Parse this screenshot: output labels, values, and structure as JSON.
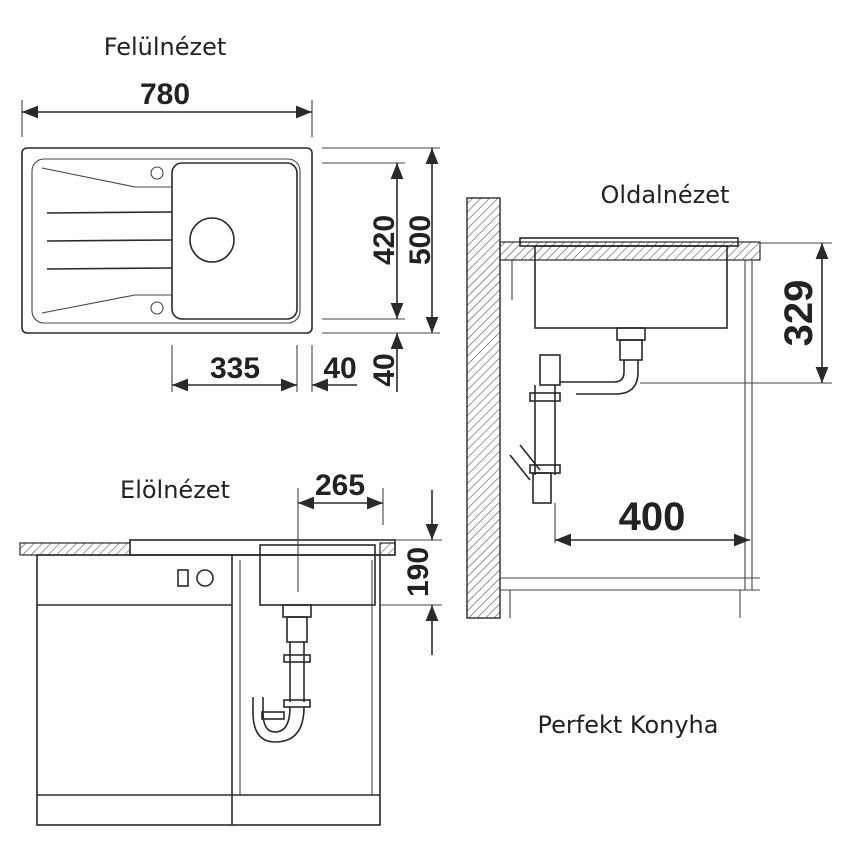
{
  "views": {
    "top": {
      "title": "Felülnézet",
      "width": "780",
      "bowl_depth_inner": "420",
      "depth": "500",
      "bowl_width": "335",
      "rim_side": "40",
      "rim_front": "40"
    },
    "side": {
      "title": "Oldalnézet",
      "height": "329",
      "depth": "400"
    },
    "front": {
      "title": "Elölnézet",
      "drain_offset": "265",
      "bowl_height": "190"
    }
  },
  "brand": "Perfekt Konyha",
  "colors": {
    "line": "#2a2a2a",
    "background": "#ffffff"
  }
}
